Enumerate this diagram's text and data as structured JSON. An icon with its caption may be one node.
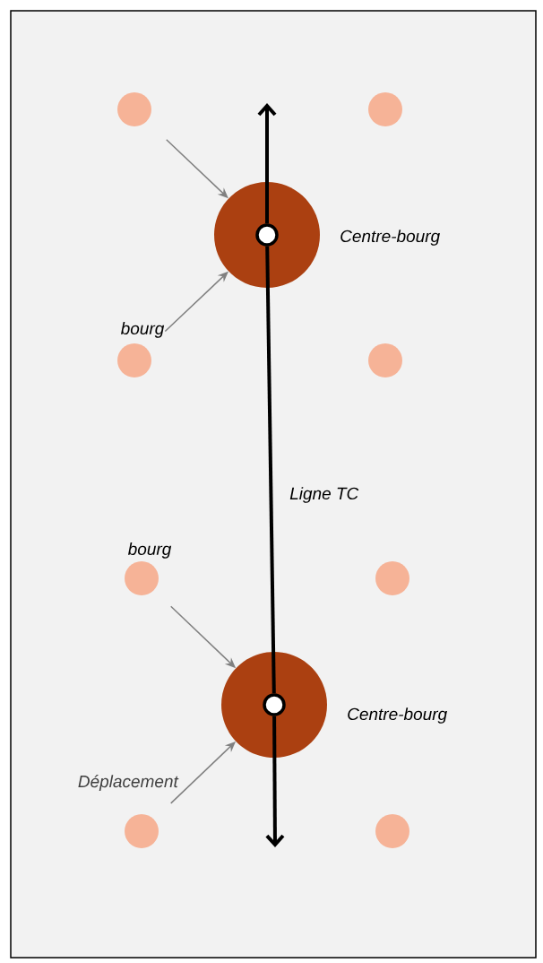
{
  "diagram": {
    "nodes": [
      {
        "text": [],
        "shape": "circle"
      },
      {
        "text": [],
        "shape": "circle"
      },
      {
        "text": [],
        "shape": "circle",
        "beside": [
          "Centre-bourg"
        ]
      },
      {
        "text": [],
        "shape": "circle",
        "in": 2
      },
      {
        "text": [],
        "shape": "circle",
        "beside": [
          "bourg"
        ]
      },
      {
        "text": [],
        "shape": "circle"
      },
      {
        "text": [],
        "shape": "circle",
        "beside": [
          "bourg"
        ]
      },
      {
        "text": [],
        "shape": "circle"
      },
      {
        "text": [],
        "shape": "circle",
        "beside": [
          "Centre-bourg"
        ]
      },
      {
        "text": [],
        "shape": "circle",
        "in": 8
      },
      {
        "text": [],
        "shape": "circle"
      },
      {
        "text": [],
        "shape": "circle"
      }
    ],
    "edges": [
      {
        "from": 0,
        "to": 2,
        "arrow": "to",
        "color": "#808080"
      },
      {
        "from": 4,
        "to": 2,
        "arrow": "to",
        "color": "#808080"
      },
      {
        "from": 6,
        "to": 8,
        "arrow": "to",
        "color": "#808080"
      },
      {
        "from": 10,
        "to": 8,
        "arrow": "to",
        "color": "#808080",
        "label": "Déplacement"
      },
      {
        "from": 3,
        "to": null,
        "arrow": "to",
        "style": "thick",
        "color": "#000000"
      },
      {
        "from": 3,
        "to": 9,
        "arrow": "none",
        "style": "thick",
        "color": "#000000",
        "label": "Ligne TC"
      },
      {
        "from": 9,
        "to": null,
        "arrow": "to",
        "style": "thick",
        "color": "#000000"
      }
    ]
  }
}
